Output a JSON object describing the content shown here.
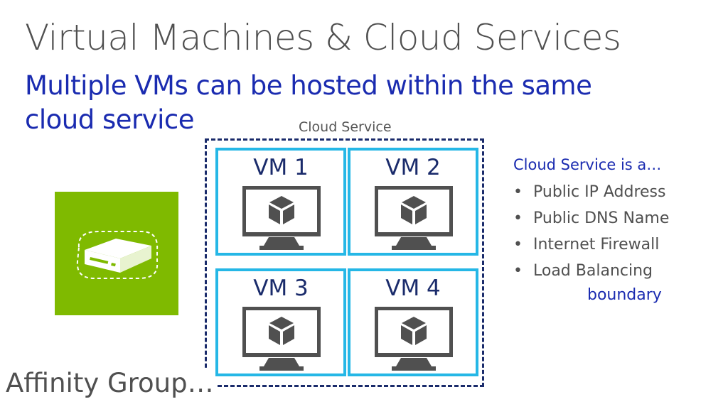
{
  "slide": {
    "title": "Virtual Machines & Cloud Services",
    "subtitle": "Multiple VMs can be hosted within the same cloud service",
    "cloud_service_label": "Cloud Service",
    "vms": [
      {
        "label": "VM 1"
      },
      {
        "label": "VM 2"
      },
      {
        "label": "VM 3"
      },
      {
        "label": "VM 4"
      }
    ],
    "side_heading": "Cloud Service is a…",
    "bullets": [
      "Public IP Address",
      "Public DNS Name",
      "Internet Firewall",
      "Load Balancing"
    ],
    "boundary": "boundary",
    "footer_text": "Affinity Group…",
    "icons": {
      "vm": "monitor-cube-icon",
      "tile": "server-icon",
      "bullet": "bullet-dot"
    },
    "colors": {
      "title": "#505050",
      "accent_blue": "#1a2bb0",
      "vm_border": "#25b7e6",
      "dashed_border": "#1a2b6b",
      "tile_green": "#7fba00",
      "monitor_gray": "#505050"
    }
  }
}
